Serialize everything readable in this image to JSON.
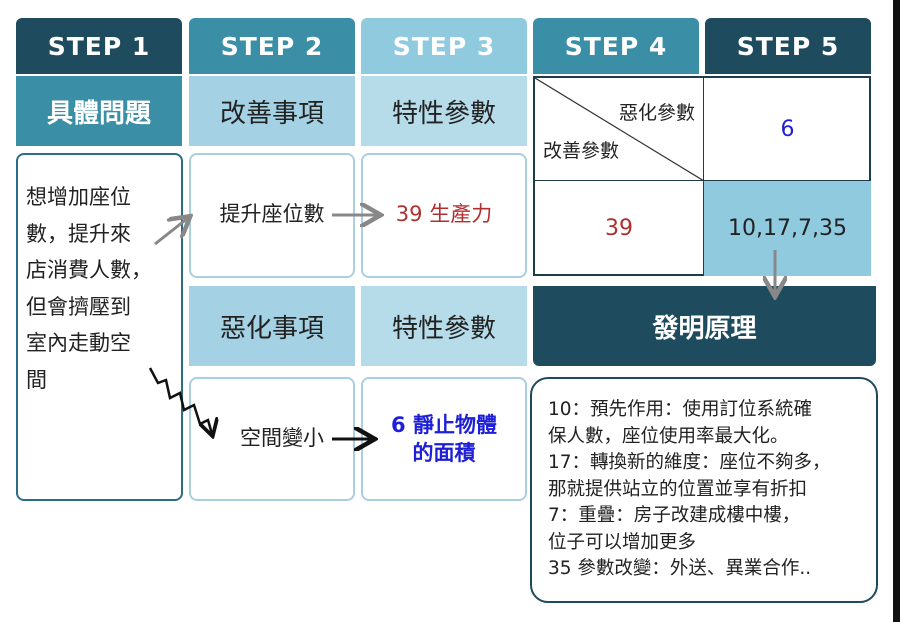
{
  "steps": [
    "STEP 1",
    "STEP 2",
    "STEP 3",
    "STEP 4",
    "STEP 5"
  ],
  "colors": {
    "step1": "#1e4c5e",
    "step2": "#3a8ea6",
    "step3": "#8fcadf",
    "step4": "#3a8ea6",
    "step5": "#1e4c5e",
    "row_header_dark": "#3a8ea6",
    "row_header_mid": "#a4d2e4",
    "row_header_light": "#b6dcea",
    "matrix_highlight": "#8fcadf",
    "invention_bg": "#1e4c5e",
    "red_text": "#b03030",
    "blue_text": "#1f1fd8"
  },
  "col1": {
    "header": "具體問題",
    "problem_lines": [
      "想增加座位",
      "數，提升來",
      "店消費人數，",
      "但會擠壓到",
      "室內走動空",
      "間"
    ]
  },
  "col2": {
    "improve_header": "改善事項",
    "improve_item": "提升座位數",
    "worsen_header": "惡化事項",
    "worsen_item": "空間變小"
  },
  "col3": {
    "char_header_1": "特性參數",
    "char_item_1": "39 生產力",
    "char_header_2": "特性參數",
    "char_item_2_lines": [
      "6 靜止物體",
      "的面積"
    ]
  },
  "matrix": {
    "worsen_label": "惡化參數",
    "improve_label": "改善參數",
    "col_value": "6",
    "row_value": "39",
    "result": "10,17,7,35"
  },
  "invention": {
    "header": "發明原理",
    "lines": [
      "10：預先作用：使用訂位系統確",
      "保人數，座位使用率最大化。",
      "17：轉換新的維度：座位不夠多，",
      "那就提供站立的位置並享有折扣",
      "7：重疊：房子改建成樓中樓，",
      "位子可以增加更多",
      "35 參數改變：外送、異業合作.."
    ]
  }
}
